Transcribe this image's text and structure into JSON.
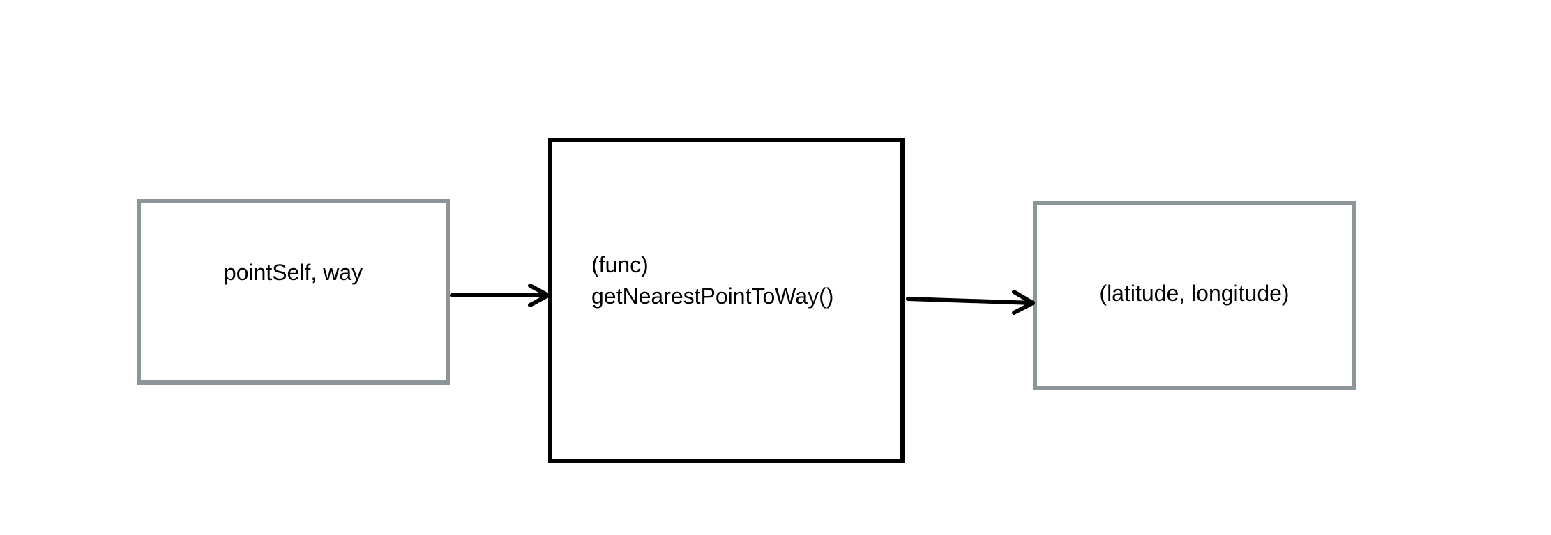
{
  "diagram": {
    "input": {
      "label": "pointSelf, way"
    },
    "function": {
      "line1": "(func)",
      "line2": "getNearestPointToWay()"
    },
    "output": {
      "label": "(latitude, longitude)"
    }
  },
  "colors": {
    "input_border": "#8c9597",
    "function_border": "#000000",
    "output_border": "#8c9597",
    "arrow": "#000000"
  }
}
